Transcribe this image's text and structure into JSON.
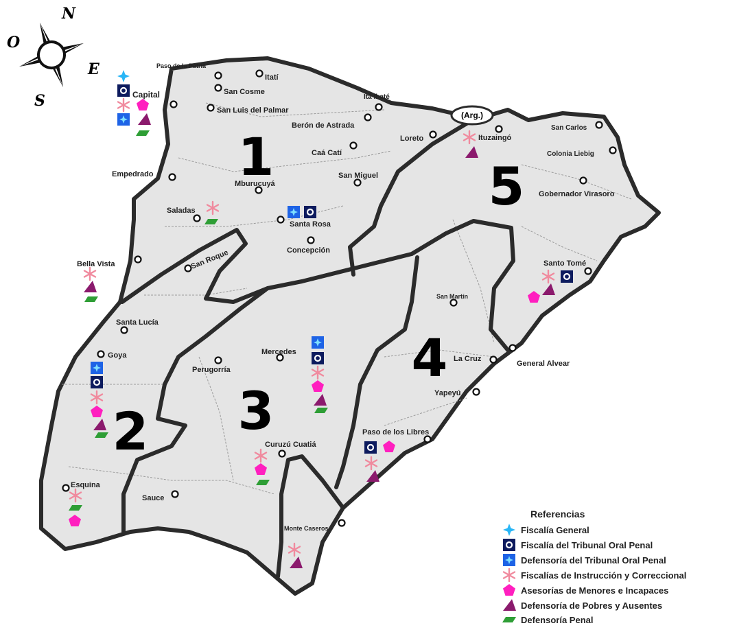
{
  "compass": {
    "north": "N",
    "east": "E",
    "south": "S",
    "west": "O"
  },
  "colors": {
    "fiscalia_general": "#29b6f6",
    "tribunal_oral_fill": "#0d1b5e",
    "defensoria_tribunal_fill": "#1e63e6",
    "instruccion": "#f08a9e",
    "asesorias": "#ff1fbf",
    "pobres_ausentes": "#8b1a6d",
    "defensoria_penal": "#2e9e35",
    "province_fill": "#e5e5e5",
    "border": "#2b2b2b"
  },
  "zones": [
    "1",
    "2",
    "3",
    "4",
    "5"
  ],
  "argentina_label": "(Arg.)",
  "towns": [
    "Paso de la Patria",
    "Itatí",
    "Capital",
    "San Cosme",
    "San Luis del Palmar",
    "Itá Ibaté",
    "Berón de Astrada",
    "Loreto",
    "Ituzaingó",
    "San Carlos",
    "Caá Catí",
    "Colonia Liebig",
    "Empedrado",
    "Mburucuyá",
    "San Miguel",
    "Gobernador Virasoro",
    "Saladas",
    "Santa Rosa",
    "Concepción",
    "San Roque",
    "Bella Vista",
    "Santo Tomé",
    "San Martín",
    "Santa Lucía",
    "Goya",
    "Mercedes",
    "Perugorría",
    "La Cruz",
    "General Alvear",
    "Yapeyú",
    "Paso de los Libres",
    "Curuzú Cuatiá",
    "Esquina",
    "Sauce",
    "Monte Caseros"
  ],
  "legend": {
    "title": "Referencias",
    "items": [
      "Fiscalía General",
      "Fiscalía del Tribunal Oral Penal",
      "Defensoría del Tribunal Oral Penal",
      "Fiscalías de Instrucción y Correccional",
      "Asesorías de Menores e Incapaces",
      "Defensoría de Pobres y Ausentes",
      "Defensoría Penal"
    ]
  }
}
